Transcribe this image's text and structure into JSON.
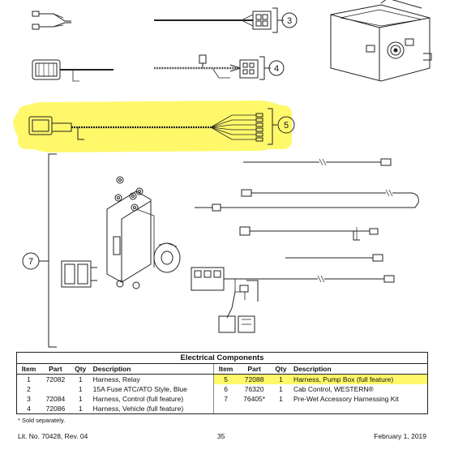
{
  "callouts": [
    "3",
    "4",
    "5",
    "7"
  ],
  "table": {
    "title": "Electrical Components",
    "headers": [
      "Item",
      "Part",
      "Qty",
      "Description",
      "Item",
      "Part",
      "Qty",
      "Description"
    ],
    "rows": [
      {
        "left": {
          "item": "1",
          "part": "72082",
          "qty": "1",
          "desc": "Harness, Relay"
        },
        "right": {
          "item": "5",
          "part": "72088",
          "qty": "1",
          "desc": "Harness, Pump Box (full feature)"
        }
      },
      {
        "left": {
          "item": "2",
          "part": "",
          "qty": "1",
          "desc": "15A Fuse ATC/ATO Style, Blue"
        },
        "right": {
          "item": "6",
          "part": "76320",
          "qty": "1",
          "desc": "Cab Control, WESTERN®"
        }
      },
      {
        "left": {
          "item": "3",
          "part": "72084",
          "qty": "1",
          "desc": "Harness, Control (full feature)"
        },
        "right": {
          "item": "7",
          "part": "76405*",
          "qty": "1",
          "desc": "Pre-Wet Accessory Harnessing Kit"
        }
      },
      {
        "left": {
          "item": "4",
          "part": "72086",
          "qty": "1",
          "desc": "Harness, Vehicle (full feature)"
        },
        "right": {
          "item": "",
          "part": "",
          "qty": "",
          "desc": ""
        }
      }
    ],
    "footnote": "* Sold separately."
  },
  "footer": {
    "lit": "Lit. No. 70428, Rev. 04",
    "page": "35",
    "date": "February 1, 2019"
  },
  "colors": {
    "highlight": "#fff86a",
    "line": "#222222"
  }
}
